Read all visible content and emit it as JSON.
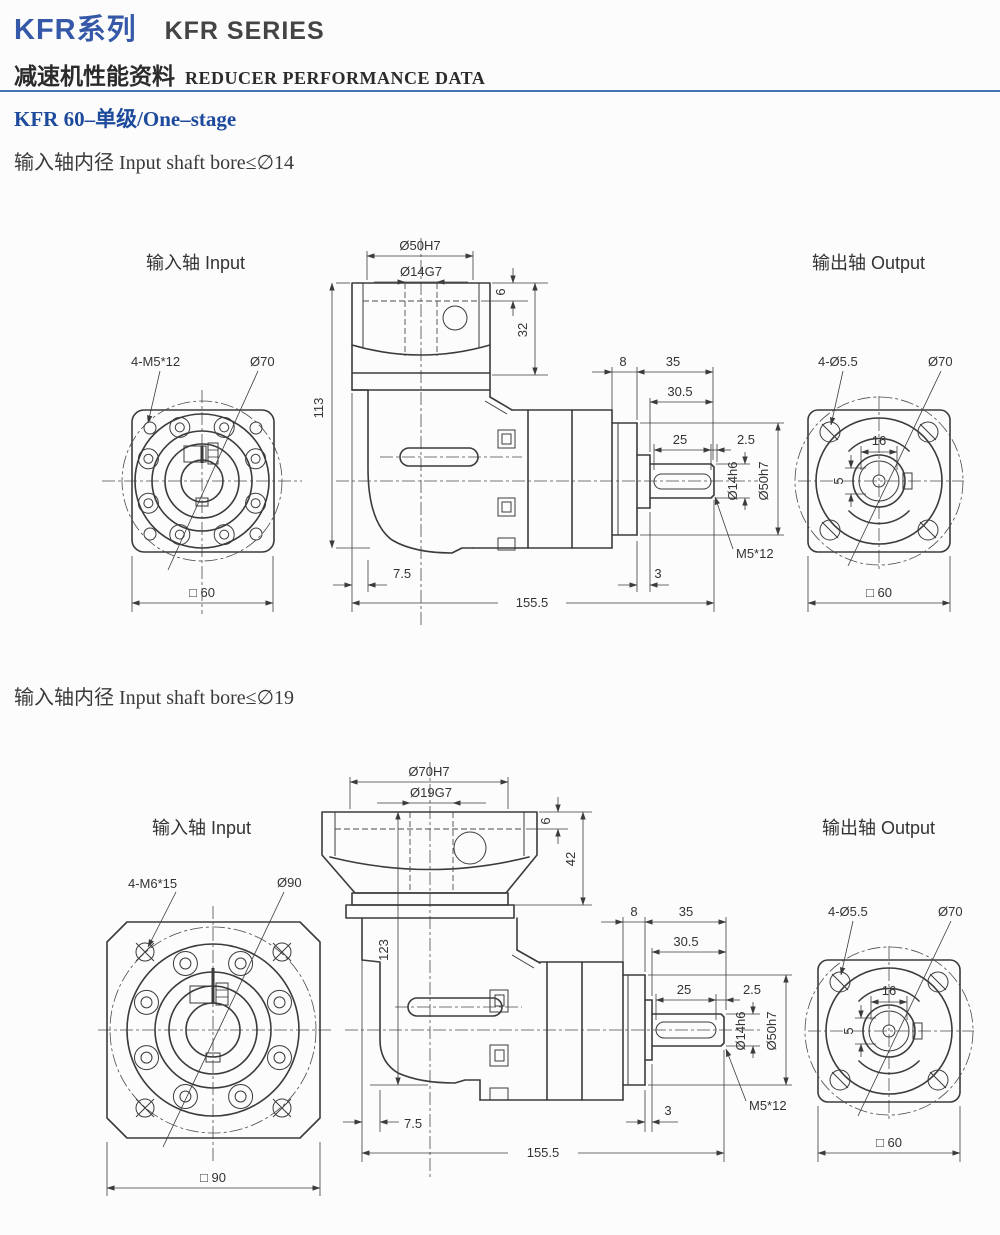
{
  "page": {
    "title_zh": "KFR系列",
    "title_en": "KFR SERIES",
    "subtitle_zh": "减速机性能资料",
    "subtitle_en": "REDUCER PERFORMANCE DATA",
    "section_title": "KFR 60–单级/One–stage",
    "colors": {
      "accent_blue": "#3558a8",
      "section_blue": "#1d4a9c",
      "rule_blue": "#4076b4",
      "ink": "#3b3b3b"
    }
  },
  "d1": {
    "note": "输入轴内径 Input shaft bore≤∅14",
    "labels": {
      "input": "输入轴  Input",
      "output": "输出轴  Output"
    },
    "infl": {
      "holes": "4-M5*12",
      "bc": "Ø70",
      "sq": "□ 60"
    },
    "side": {
      "bore_outer": "Ø50H7",
      "bore_inner": "Ø14G7",
      "pilot_depth": "6",
      "clamp_depth": "32",
      "height": "113",
      "flange_w": "8",
      "shaft_total": "35",
      "shaft_len": "30.5",
      "key_len": "25",
      "key_end": "2.5",
      "shaft_dia": "Ø14h6",
      "pilot_dia": "Ø50h7",
      "tap": "M5*12",
      "left_off": "7.5",
      "tip": "3",
      "total": "155.5"
    },
    "outfl": {
      "holes": "4-Ø5.5",
      "bc": "Ø70",
      "key_w": "16",
      "key_h": "5",
      "sq": "□ 60"
    }
  },
  "d2": {
    "note": "输入轴内径 Input shaft bore≤∅19",
    "labels": {
      "input": "输入轴  Input",
      "output": "输出轴  Output"
    },
    "infl": {
      "holes": "4-M6*15",
      "bc": "Ø90",
      "sq": "□ 90"
    },
    "side": {
      "bore_outer": "Ø70H7",
      "bore_inner": "Ø19G7",
      "pilot_depth": "6",
      "clamp_depth": "42",
      "height": "123",
      "flange_w": "8",
      "shaft_total": "35",
      "shaft_len": "30.5",
      "key_len": "25",
      "key_end": "2.5",
      "shaft_dia": "Ø14h6",
      "pilot_dia": "Ø50h7",
      "tap": "M5*12",
      "left_off": "7.5",
      "tip": "3",
      "total": "155.5"
    },
    "outfl": {
      "holes": "4-Ø5.5",
      "bc": "Ø70",
      "key_w": "16",
      "key_h": "5",
      "sq": "□ 60"
    }
  }
}
